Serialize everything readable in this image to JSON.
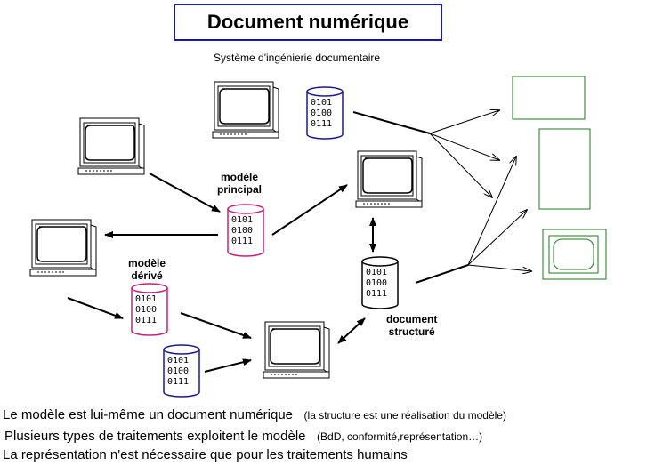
{
  "title": "Document numérique",
  "subtitle": "Système d'ingénierie documentaire",
  "database_code": [
    "0101",
    "0100",
    "0111"
  ],
  "labels": {
    "main_model": [
      "modèle",
      "principal"
    ],
    "derived_model": [
      "modèle",
      "dérivé"
    ],
    "structured_doc": [
      "document",
      "structuré"
    ]
  },
  "notes": [
    {
      "main": "Le modèle est lui-même un document numérique",
      "aside": "(la structure est une réalisation du modèle)"
    },
    {
      "main": "Plusieurs types de traitements exploitent le modèle",
      "aside": "(BdD, conformité,représentation…)"
    },
    {
      "main": "La représentation n'est  nécessaire que pour les traitements humains",
      "aside": ""
    }
  ],
  "colors": {
    "title_border": "#1a1a8c",
    "blue_db": "#1a1a8c",
    "pink_db": "#c8207a",
    "black_db": "#000000",
    "output_green": "#1e7a1e"
  },
  "icons": {
    "computer": "computer-icon",
    "database": "database-icon",
    "document": "document-icon"
  }
}
